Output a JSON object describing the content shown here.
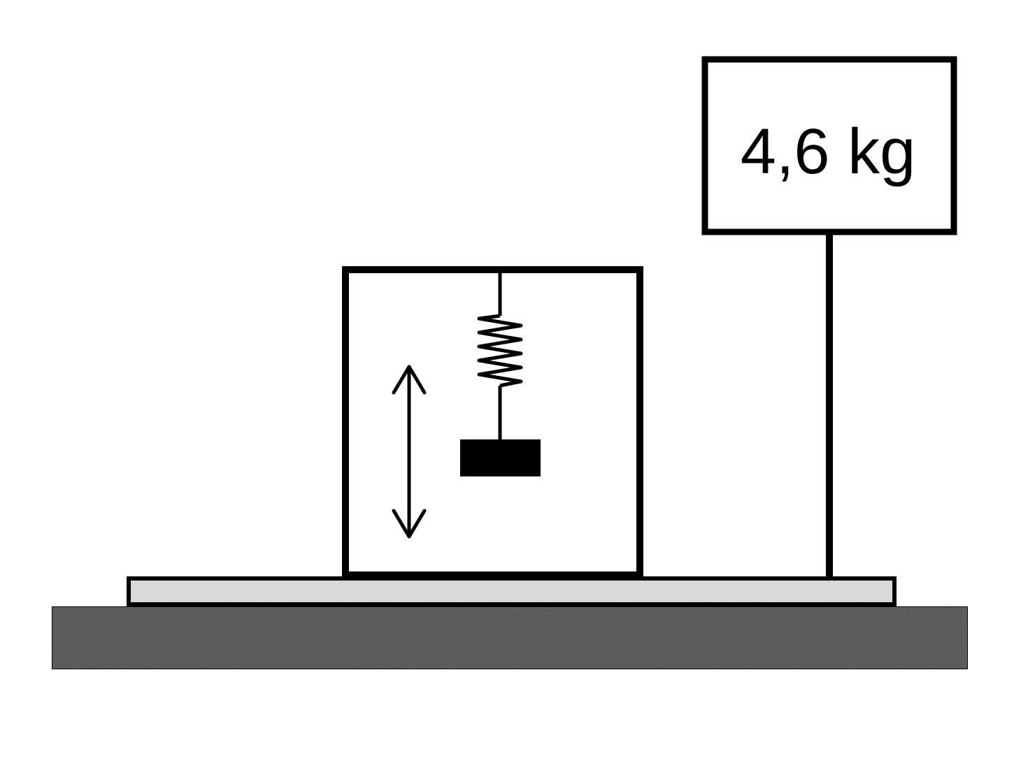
{
  "display": {
    "reading": "4,6 kg"
  },
  "colors": {
    "stroke": "#000000",
    "background": "#ffffff",
    "scale_platform": "#d9d9d9",
    "ground": "#6b6b6b",
    "weight_block": "#000000"
  },
  "icons": {
    "motion_indicator": "double-headed-vertical-arrow",
    "spring": "coil-spring"
  }
}
